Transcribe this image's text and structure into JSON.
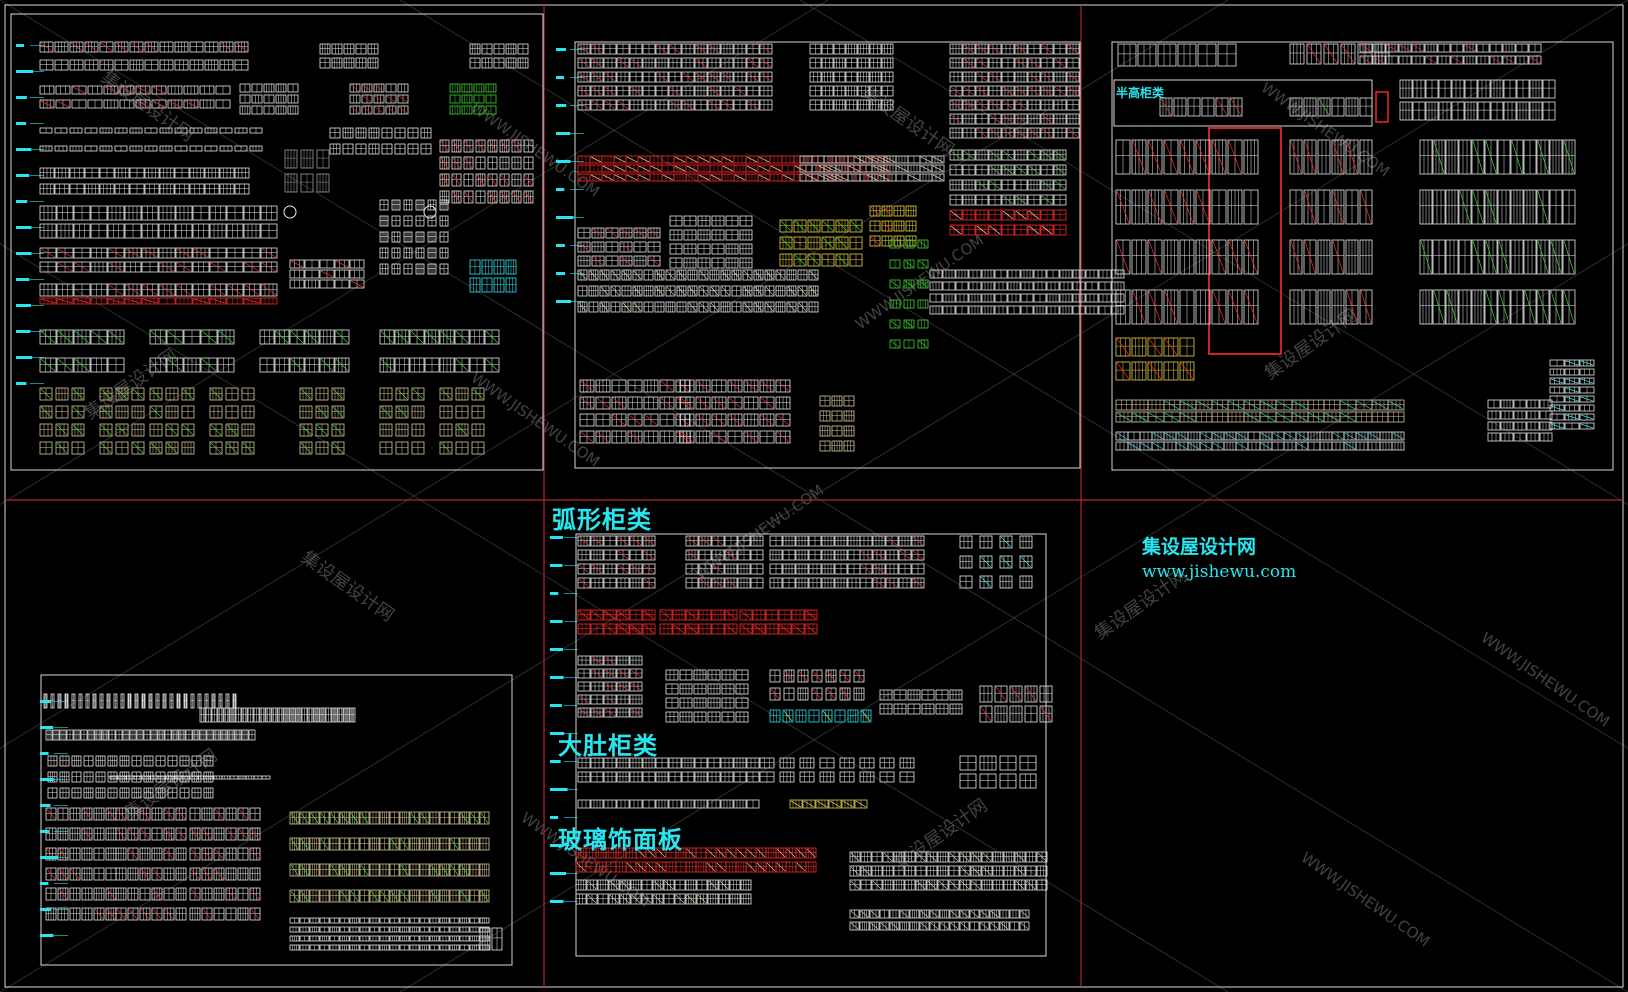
{
  "app": {
    "title": ""
  },
  "colors": {
    "background": "#000000",
    "frame": "#d8d8d8",
    "split": "#b3262e",
    "cyan": "#27e6f0",
    "white": "#e8e8e8",
    "red": "#ff2a2a",
    "green": "#3bd62f",
    "yellow": "#e7d23b",
    "tan": "#d8c79a",
    "grey": "#9a9a9a",
    "watermark": "#5a5a5a"
  },
  "labels": {
    "arc_cabinets": "弧形柜类",
    "big_belly_cabinets": "大肚柜类",
    "glass_panels": "玻璃饰面板",
    "half_high_cabinets": "半高柜类"
  },
  "brand": {
    "title": "集设屋设计网",
    "url": "www.jishewu.com"
  },
  "watermark": {
    "text_cn": "集设屋设计网",
    "text_url": "WWW.JISHEWU.COM"
  }
}
